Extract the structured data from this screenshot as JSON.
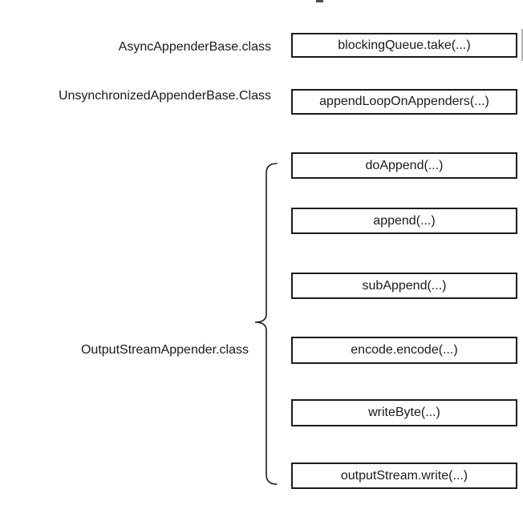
{
  "colors": {
    "background": "#ffffff",
    "box_border": "#1c1c1c",
    "text": "#1a1a1a"
  },
  "diagram": {
    "rows": [
      {
        "label": "AsyncAppenderBase.class",
        "box": "blockingQueue.take(...)"
      },
      {
        "label": "UnsynchronizedAppenderBase.Class",
        "box": "appendLoopOnAppenders(...)"
      }
    ],
    "group": {
      "label": "OutputStreamAppender.class",
      "boxes": [
        "doAppend(...)",
        "append(...)",
        "subAppend(...)",
        "encode.encode(...)",
        "writeByte(...)",
        "outputStream.write(...)"
      ]
    }
  }
}
